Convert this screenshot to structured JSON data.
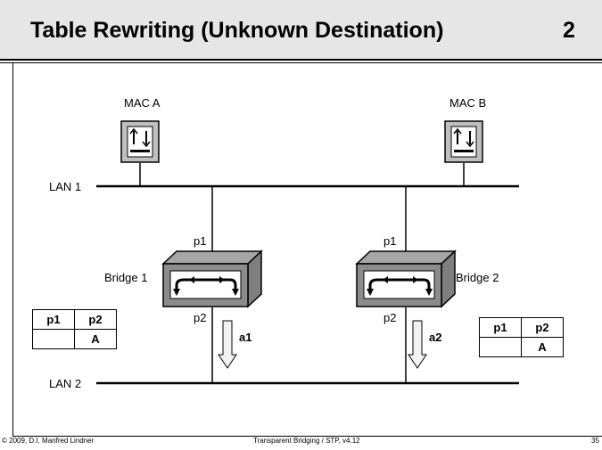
{
  "slide": {
    "title": "Table Rewriting (Unknown Destination)",
    "number": "2",
    "footer_left": "© 2009, D.I. Manfred Lindner",
    "footer_center": "Transparent Bridging / STP, v4.12",
    "page": "35"
  },
  "diagram": {
    "mac_a": "MAC A",
    "mac_b": "MAC B",
    "lan1": "LAN 1",
    "lan2": "LAN 2",
    "bridge1": {
      "label": "Bridge 1",
      "port_top": "p1",
      "port_bottom": "p2",
      "arrow_label": "a1"
    },
    "bridge2": {
      "label": "Bridge 2",
      "port_top": "p1",
      "port_bottom": "p2",
      "arrow_label": "a2"
    },
    "table_left": {
      "headers": [
        "p1",
        "p2"
      ],
      "row": [
        "",
        "A"
      ]
    },
    "table_right": {
      "headers": [
        "p1",
        "p2"
      ],
      "row": [
        "",
        "A"
      ]
    }
  }
}
